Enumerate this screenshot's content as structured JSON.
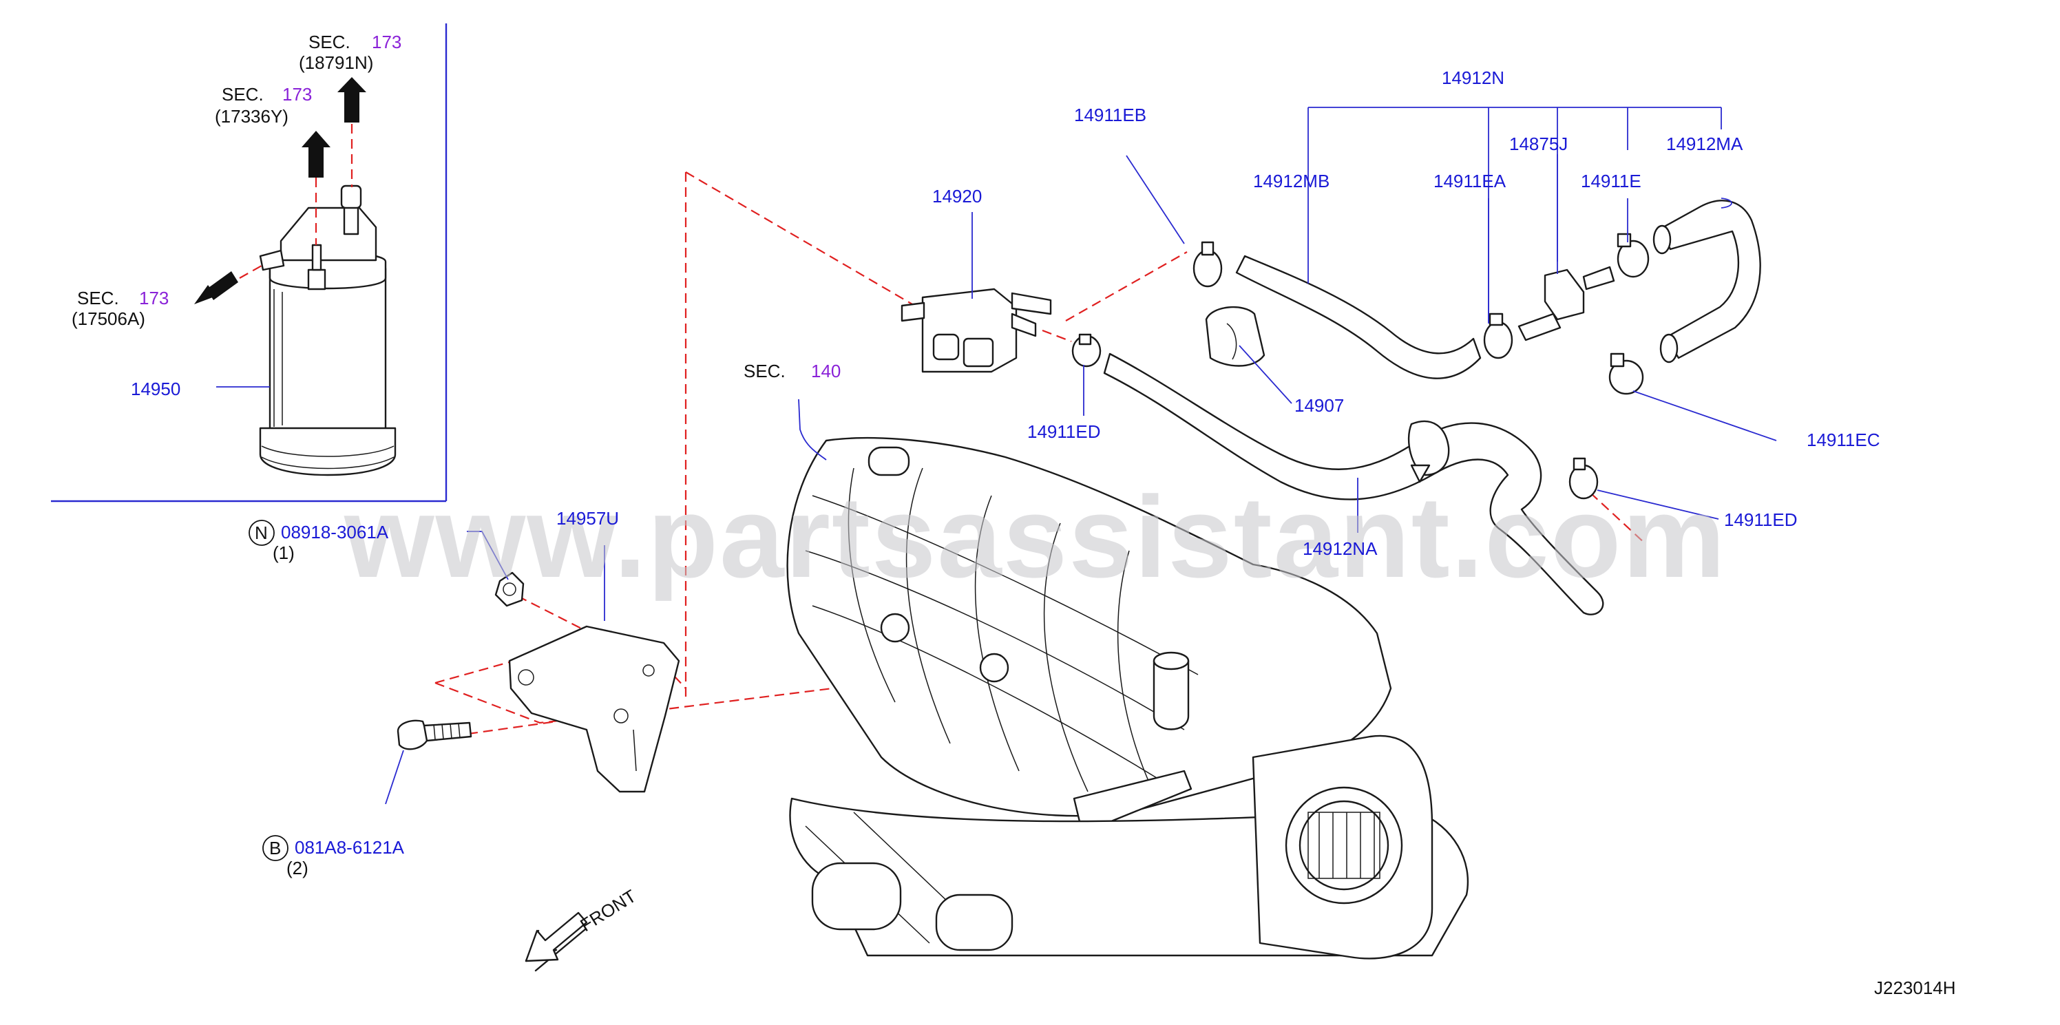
{
  "watermark": "www.partsassistant.com",
  "diagram_id": "J223014H",
  "front_label": "FRONT",
  "sec_prefix": "SEC.",
  "callouts": {
    "sec173_a": {
      "num": "173",
      "code": "(18791N)"
    },
    "sec173_b": {
      "num": "173",
      "code": "(17336Y)"
    },
    "sec173_c": {
      "num": "173",
      "code": "(17506A)"
    },
    "sec140": {
      "num": "140"
    }
  },
  "parts": {
    "p14950": "14950",
    "p14920": "14920",
    "p14911EB": "14911EB",
    "p14912N": "14912N",
    "p14912MB": "14912MB",
    "p14875J": "14875J",
    "p14912MA": "14912MA",
    "p14911EA": "14911EA",
    "p14911E": "14911E",
    "p14907": "14907",
    "p14911ED_a": "14911ED",
    "p14911EC": "14911EC",
    "p14912NA": "14912NA",
    "p14911ED_b": "14911ED",
    "p14957U": "14957U"
  },
  "fasteners": {
    "nut": {
      "badge": "N",
      "code": "08918-3061A",
      "qty": "(1)"
    },
    "bolt": {
      "badge": "B",
      "code": "081A8-6121A",
      "qty": "(2)"
    }
  },
  "colors": {
    "part_number": "#1a1ad6",
    "section_number": "#8a22d8",
    "reference_line": "#e02020",
    "watermark": "#c8c8cc"
  }
}
